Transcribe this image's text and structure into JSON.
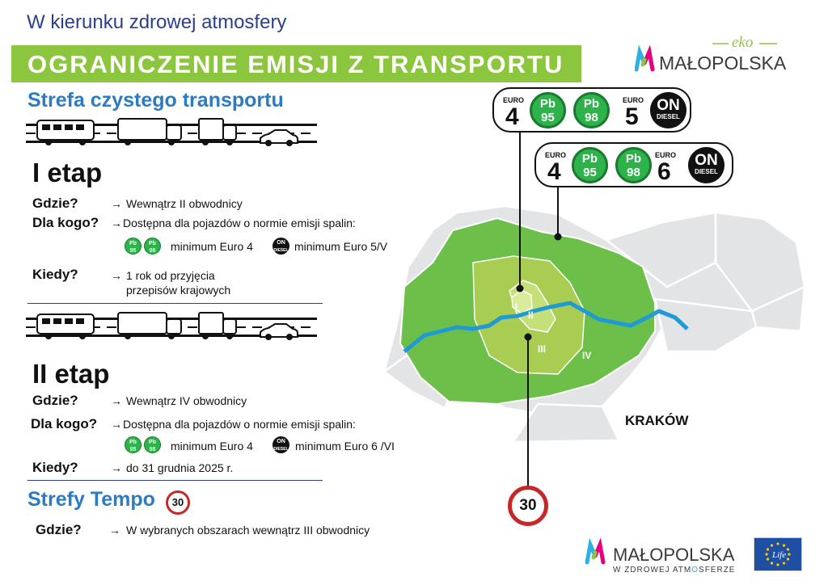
{
  "header": {
    "caption": "W kierunku zdrowej atmosfery",
    "banner_title": "OGRANICZENIE EMISJI Z TRANSPORTU",
    "logo_tag": "eko",
    "logo_name": "MAŁOPOLSKA"
  },
  "clean_zone": {
    "title": "Strefa czystego transportu",
    "stage1": {
      "title": "I etap",
      "where_q": "Gdzie?",
      "where_a": "Wewnątrz II obwodnicy",
      "who_q": "Dla kogo?",
      "who_a": "Dostępna dla pojazdów o normie emisji spalin:",
      "petrol_req": "minimum Euro 4",
      "diesel_req": "minimum Euro 5/V",
      "when_q": "Kiedy?",
      "when_a1": "1 rok  od przyjęcia",
      "when_a2": "przepisów krajowych"
    },
    "stage2": {
      "title": "II etap",
      "where_q": "Gdzie?",
      "where_a": "Wewnątrz IV obwodnicy",
      "who_q": "Dla kogo?",
      "who_a": "Dostępna dla pojazdów o normie emisji spalin:",
      "petrol_req": "minimum Euro 4",
      "diesel_req": "minimum Euro 6 /VI",
      "when_q": "Kiedy?",
      "when_a": "do 31 grudnia 2025 r."
    }
  },
  "tempo": {
    "title": "Strefy Tempo",
    "sign": "30",
    "where_q": "Gdzie?",
    "where_a": "W wybranych obszarach  wewnątrz  III obwodnicy"
  },
  "badges": {
    "pb_top": "Pb",
    "pb95": "95",
    "pb98": "98",
    "on": "ON",
    "diesel": "DIESEL"
  },
  "cards": {
    "euro_label": "EURO",
    "card1": {
      "petrol_euro": "4",
      "diesel_euro": "5"
    },
    "card2": {
      "petrol_euro": "4",
      "diesel_euro": "6"
    }
  },
  "map": {
    "city": "KRAKÓW",
    "ring_labels": [
      "I",
      "II",
      "III",
      "IV"
    ],
    "speed_sign": "30",
    "colors": {
      "outer": "#e3e4e6",
      "zone_iv": "#6cc04a",
      "zone_ii": "#a9cc52",
      "zone_i": "#c5df7a",
      "river": "#1f9ad6"
    }
  },
  "footer": {
    "logo_name": "MAŁOPOLSKA",
    "logo_tagline_a": "W ZDROWEJ ATM",
    "logo_tagline_o": "O",
    "logo_tagline_b": "SFERZE",
    "eu_life": "Life"
  },
  "colors": {
    "navy": "#2b3f8c",
    "blue": "#2b7cc2",
    "green_banner": "#8cc63f",
    "badge_green": "#2db34a",
    "sign_red": "#c62828"
  }
}
